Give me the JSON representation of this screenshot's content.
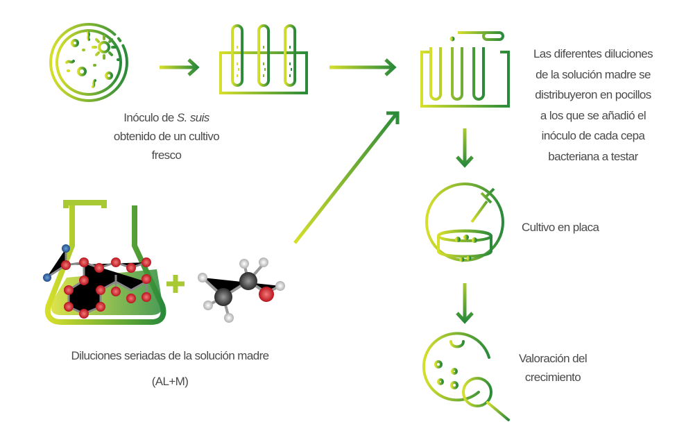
{
  "colors": {
    "gradient_start": "#d6df2b",
    "gradient_end": "#2a8a3a",
    "text": "#4a4a4a",
    "atom_red": "#d3222a",
    "atom_blue": "#2a5f9e",
    "atom_grey": "#555555"
  },
  "step_inoculum": {
    "line1_prefix": "Inóculo de ",
    "line1_italic": "S. suis",
    "line2": "obtenido de un cultivo",
    "line3": "fresco"
  },
  "step_distribution": {
    "lines": [
      "Las diferentes diluciones",
      "de la solución madre se",
      "distribuyeron en pocillos",
      "a los que se añadió el",
      "inóculo de cada cepa",
      "bacteriana a testar"
    ]
  },
  "step_dilutions": {
    "line1": "Diluciones seriadas de la solución madre",
    "line2": "(AL+M)"
  },
  "step_culture": {
    "label": "Cultivo en placa"
  },
  "step_assessment": {
    "line1": "Valoración del",
    "line2": "crecimiento"
  },
  "icons": [
    "petri-dish-icon",
    "test-tube-rack-icon",
    "test-tube-rack-pipette-icon",
    "flask-molecule-icon",
    "ethanol-molecule-icon",
    "culture-plate-dropper-icon",
    "magnifier-bacteria-icon"
  ]
}
